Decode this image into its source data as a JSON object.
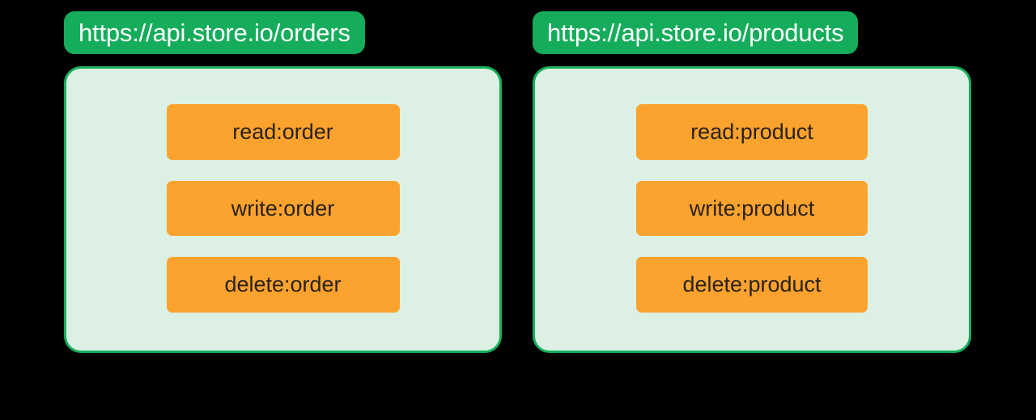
{
  "diagram": {
    "background_color": "#000000",
    "accent_green": "#15AD5B",
    "panel_fill": "#DCF1E3",
    "chip_color": "#FCA22E",
    "chip_text_color": "#2A2217",
    "groups": [
      {
        "id": "orders",
        "header": "https://api.store.io/orders",
        "scopes": [
          {
            "label": "read:order"
          },
          {
            "label": "write:order"
          },
          {
            "label": "delete:order"
          }
        ]
      },
      {
        "id": "products",
        "header": "https://api.store.io/products",
        "scopes": [
          {
            "label": "read:product"
          },
          {
            "label": "write:product"
          },
          {
            "label": "delete:product"
          }
        ]
      }
    ]
  }
}
